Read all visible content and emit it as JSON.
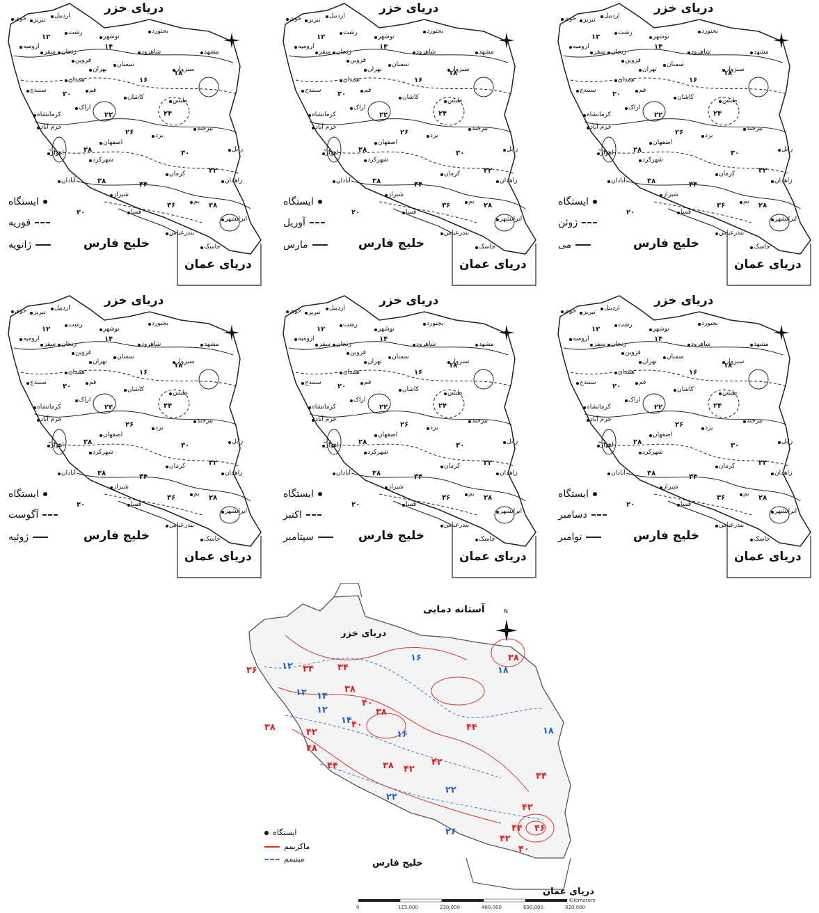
{
  "seas": {
    "caspian": "دریای خزر",
    "persian_gulf": "خلیج فارس",
    "oman": "دریای عمان"
  },
  "legend_station": "ایستگاه",
  "panels": [
    {
      "dashed": "فوریه",
      "solid": "ژانویه"
    },
    {
      "dashed": "آوریل",
      "solid": "مارس"
    },
    {
      "dashed": "ژوئن",
      "solid": "می"
    },
    {
      "dashed": "آگوست",
      "solid": "ژوئیه"
    },
    {
      "dashed": "اکتبر",
      "solid": "سپتامبر"
    },
    {
      "dashed": "دسامبر",
      "solid": "نوامبر"
    }
  ],
  "summary": {
    "title": "آستانه دمایی",
    "legend_max": "ماکزیمم",
    "legend_min": "مینیمم",
    "scale_labels": [
      "0",
      "115,000",
      "230,000",
      "460,000",
      "690,000",
      "920,000"
    ],
    "scale_unit": "Kilometers",
    "north": "N",
    "max_labels": [
      "۳۶",
      "۳۴",
      "۳۴",
      "۳۸",
      "۴۰",
      "۴۲",
      "۴۰",
      "۳۸",
      "۴۴",
      "۴۸",
      "۴۴",
      "۳۸",
      "۴۲",
      "۴۲",
      "۳۸",
      "۴۴",
      "۴۲",
      "۴۴",
      "۴۶",
      "۴۲",
      "۴۰",
      "۳۸"
    ],
    "min_labels": [
      "۱۲",
      "۱۲",
      "۱۴",
      "۱۶",
      "۱۸",
      "۱۲",
      "۱۴",
      "۱۶",
      "۲۲",
      "۲۲",
      "۲۶",
      "۱۸"
    ]
  },
  "cities": [
    "خوی",
    "تبریز",
    "اردبیل",
    "ارومیه",
    "رشت",
    "زنجان",
    "نوشهر",
    "سقز",
    "بجنورد",
    "مشهد",
    "سبزوار",
    "سنندج",
    "تهران",
    "همدان",
    "قزوین",
    "شاهرود",
    "کرمانشاه",
    "اراک",
    "قم",
    "سمنان",
    "کاشان",
    "طبس",
    "خرم آباد",
    "اصفهان",
    "یزد",
    "بیرجند",
    "شهرکرد",
    "اهواز",
    "آبادان",
    "کرمان",
    "زابل",
    "زاهدان",
    "بم",
    "شیراز",
    "فسا",
    "ایرانشهر",
    "بندرعباس",
    "جاسک"
  ]
}
